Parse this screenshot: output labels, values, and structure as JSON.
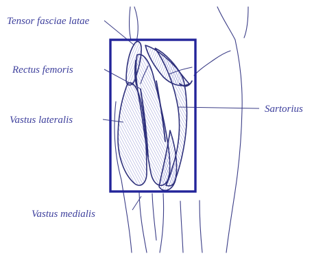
{
  "labels": {
    "tensor": "Tensor fasciae latae",
    "rectus": "Rectus femoris",
    "vastus_lateralis": "Vastus lateralis",
    "sartorius": "Sartorius",
    "vastus_medialis": "Vastus medialis"
  },
  "colors": {
    "ink": "#3b3fa6",
    "outline": "#2d2f7a",
    "frame": "#23249a",
    "label_text": "#3d3f9c"
  }
}
